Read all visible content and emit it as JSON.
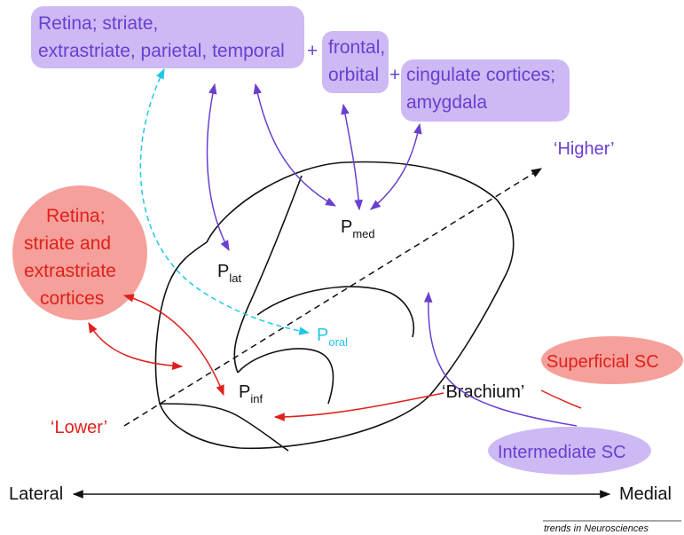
{
  "colors": {
    "purple_box": "#cdb9f4",
    "purple_text": "#6a3fd0",
    "red_fill": "#f5a09a",
    "red_text": "#e0201c",
    "cyan": "#22c7e8",
    "black": "#111111"
  },
  "labels": {
    "box1_line1": "Retina; striate,",
    "box1_line2": "extrastriate, parietal, temporal",
    "plus1": "+",
    "box2_line1": "frontal,",
    "box2_line2": "orbital",
    "plus2": "+",
    "box3_line1": "cingulate cortices;",
    "box3_line2": "amygdala",
    "circle_line1": "Retina;",
    "circle_line2": "striate and",
    "circle_line3": "extrastriate",
    "circle_line4": "cortices",
    "higher": "‘Higher’",
    "lower": "‘Lower’",
    "p_med": "P",
    "p_med_sub": "med",
    "p_lat": "P",
    "p_lat_sub": "lat",
    "p_oral": "P",
    "p_oral_sub": "oral",
    "p_inf": "P",
    "p_inf_sub": "inf",
    "superficial_sc": "Superficial SC",
    "intermediate_sc": "Intermediate SC",
    "brachium": "‘Brachium’",
    "lateral": "Lateral",
    "medial": "Medial",
    "credit": "trends in Neurosciences"
  }
}
